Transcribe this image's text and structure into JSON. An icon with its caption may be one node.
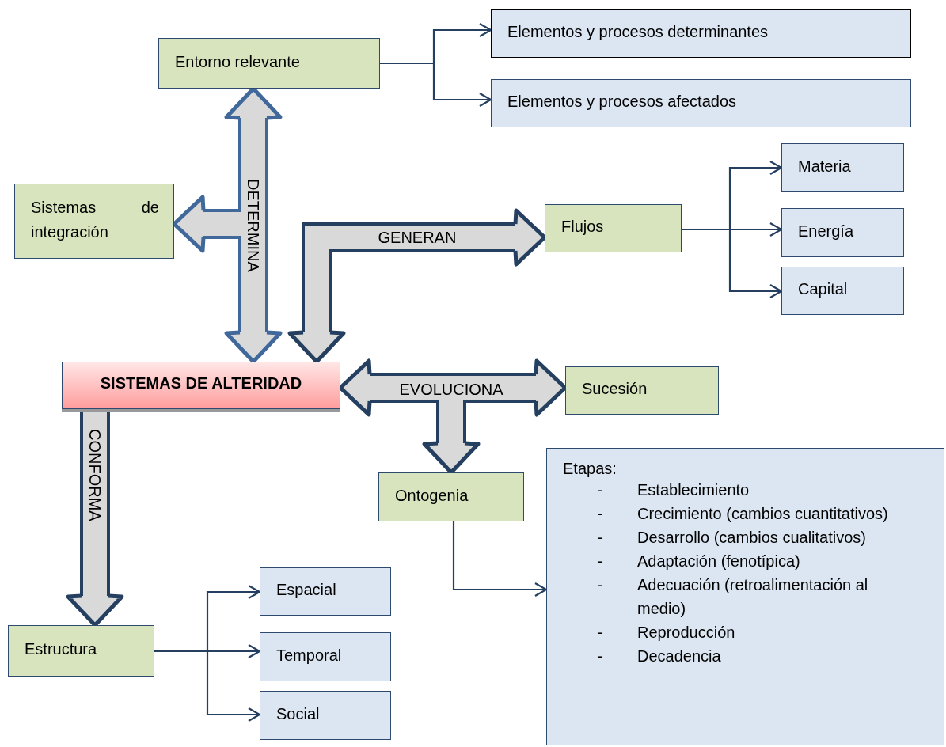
{
  "diagram": {
    "nodes": [
      {
        "text": [
          "Entorno relevante"
        ]
      },
      {
        "text": [
          "Elementos y procesos determinantes"
        ]
      },
      {
        "text": [
          "Elementos y procesos afectados"
        ]
      },
      {
        "text": [
          "Sistemas de integración"
        ]
      },
      {
        "text": [
          "Flujos"
        ]
      },
      {
        "text": [
          "Materia"
        ]
      },
      {
        "text": [
          "Energía"
        ]
      },
      {
        "text": [
          "Capital"
        ]
      },
      {
        "text": [
          "SISTEMAS DE ALTERIDAD"
        ]
      },
      {
        "text": [
          "Sucesión"
        ]
      },
      {
        "text": [
          "Ontogenia"
        ]
      },
      {
        "text": [
          "Etapas:",
          "-",
          "Establecimiento",
          "-",
          "Crecimiento (cambios cuantitativos)",
          "-",
          "Desarrollo (cambios cualitativos)",
          "-",
          "Adaptación (fenotípica)",
          "-",
          "Adecuación (retroalimentación al medio)",
          "-",
          "Reproducción",
          "-",
          "Decadencia"
        ]
      },
      {
        "text": [
          "Estructura"
        ]
      },
      {
        "text": [
          "Espacial"
        ]
      },
      {
        "text": [
          "Temporal"
        ]
      },
      {
        "text": [
          "Social"
        ]
      }
    ],
    "edges": [
      {
        "from": 0,
        "to": 1,
        "arrow": "to"
      },
      {
        "from": 0,
        "to": 2,
        "arrow": "to"
      },
      {
        "from": 0,
        "to": 8,
        "arrow": "both",
        "label": "DETERMINA",
        "style": "thick",
        "color": "#41689a"
      },
      {
        "from": 8,
        "to": 3,
        "arrow": "both",
        "style": "thick",
        "color": "#41689a"
      },
      {
        "from": 8,
        "to": 4,
        "arrow": "both",
        "label": "GENERAN",
        "style": "thick"
      },
      {
        "from": 4,
        "to": 5,
        "arrow": "to"
      },
      {
        "from": 4,
        "to": 6,
        "arrow": "to"
      },
      {
        "from": 4,
        "to": 7,
        "arrow": "to"
      },
      {
        "from": 8,
        "to": 9,
        "arrow": "both",
        "label": "EVOLUCIONA",
        "style": "thick"
      },
      {
        "from": 8,
        "to": 10,
        "arrow": "both",
        "style": "thick"
      },
      {
        "from": 10,
        "to": 11,
        "arrow": "to"
      },
      {
        "from": 8,
        "to": 12,
        "arrow": "to",
        "label": "CONFORMA",
        "style": "thick"
      },
      {
        "from": 12,
        "to": 13,
        "arrow": "to"
      },
      {
        "from": 12,
        "to": 14,
        "arrow": "to"
      },
      {
        "from": 12,
        "to": 15,
        "arrow": "to"
      }
    ]
  }
}
